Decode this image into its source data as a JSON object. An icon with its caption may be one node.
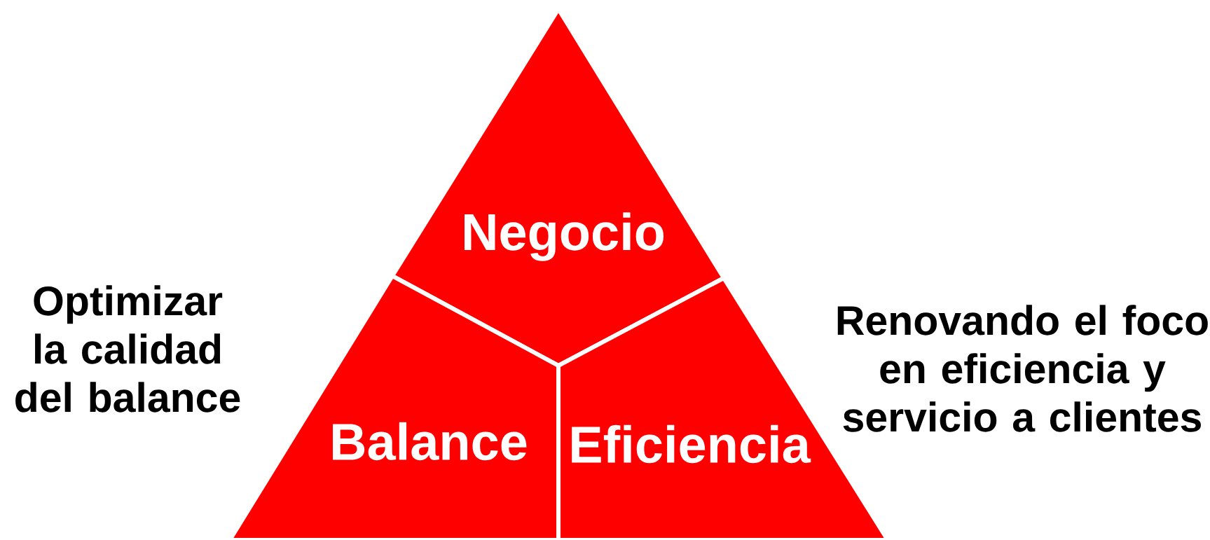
{
  "diagram": {
    "nodes": [
      {
        "text": [
          "Negocio"
        ]
      },
      {
        "text": [
          "Balance"
        ]
      },
      {
        "text": [
          "Eficiencia"
        ]
      }
    ],
    "labels": [
      "Optimizar la calidad del balance",
      "Renovando el foco en eficiencia y servicio a clientes"
    ]
  }
}
